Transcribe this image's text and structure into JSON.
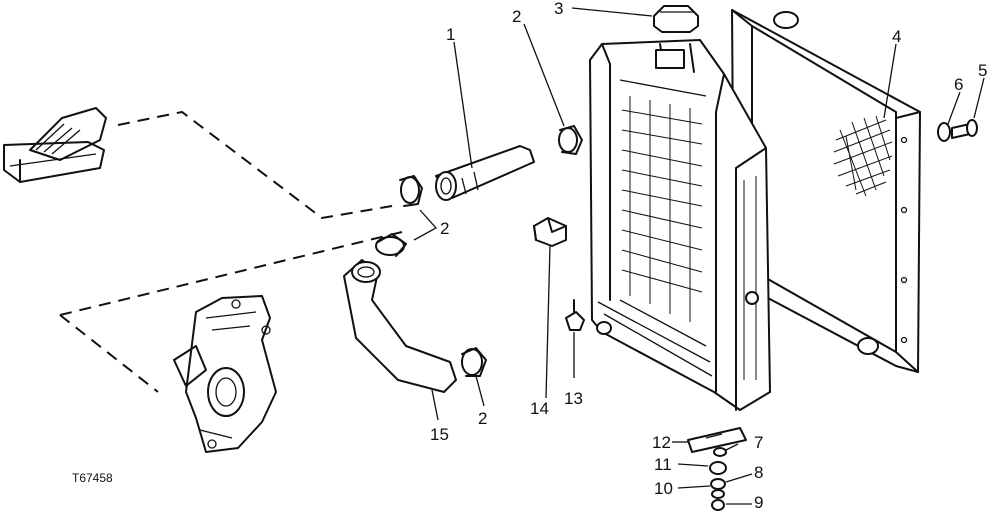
{
  "diagram": {
    "figure_code": "T67458",
    "callouts": {
      "hose_upper": "1",
      "clamp_upper": "2",
      "clamp_mid": "2",
      "clamp_lower": "2",
      "cap": "3",
      "shroud": "4",
      "cap_screw": "5",
      "washer_top": "6",
      "washer_small": "7",
      "nut_a": "8",
      "nut_b": "9",
      "nut_c": "10",
      "washer_c": "11",
      "pad": "12",
      "drain_valve": "13",
      "clip": "14",
      "hose_lower": "15"
    }
  }
}
